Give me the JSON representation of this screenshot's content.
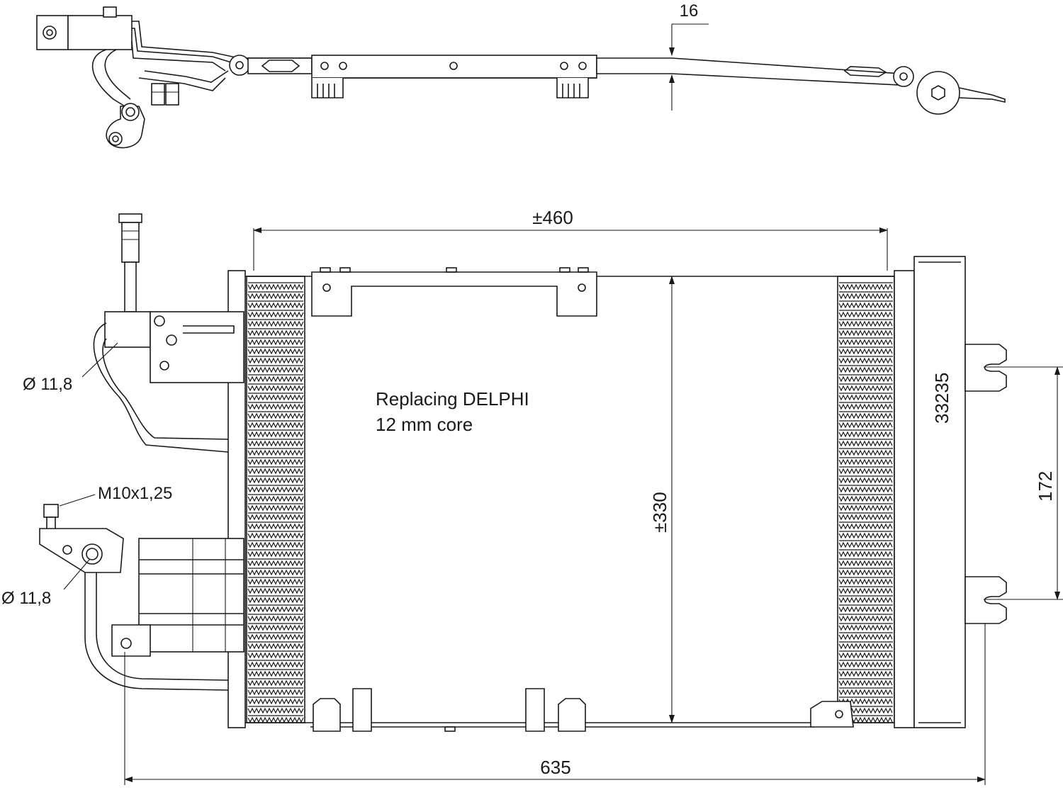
{
  "drawing": {
    "note_line1": "Replacing DELPHI",
    "note_line2": "12 mm core",
    "part_number": "33235"
  },
  "dimensions": {
    "top_offset": "16",
    "core_width": "±460",
    "core_height": "±330",
    "bracket_spacing": "172",
    "overall_width": "635"
  },
  "callouts": {
    "upper_pipe_diameter": "Ø 11,8",
    "lower_pipe_diameter": "Ø 11,8",
    "thread": "M10x1,25"
  },
  "colors": {
    "line": "#1a1a1a",
    "background": "#ffffff"
  }
}
